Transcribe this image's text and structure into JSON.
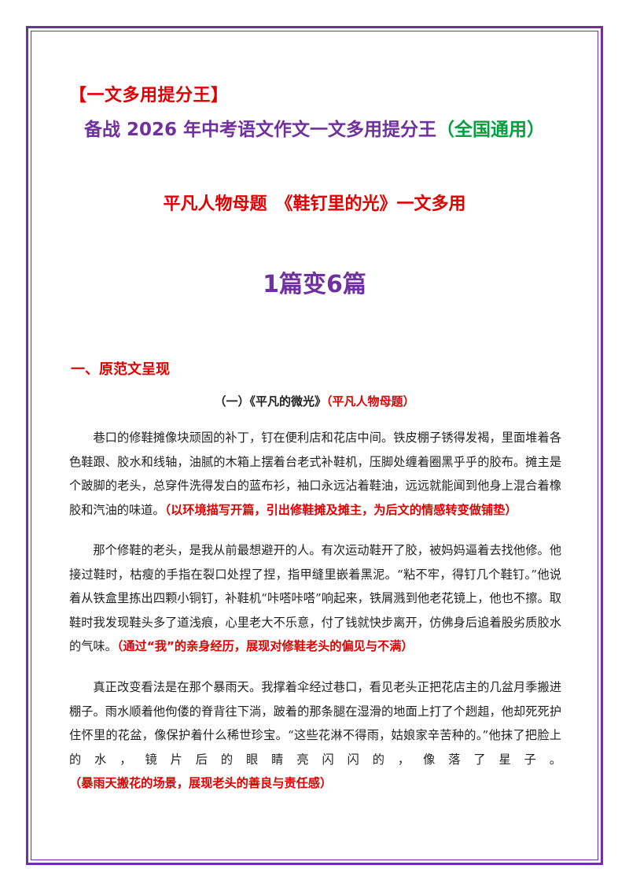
{
  "header": {
    "bracket_title": "【一文多用提分王】",
    "main_title_main": "备战 2026 年中考语文作文一文多用提分王",
    "main_title_suffix": "（全国通用）",
    "subtitle": "平凡人物母题　《鞋钉里的光》一文多用",
    "big_title": "1篇变6篇"
  },
  "section": {
    "heading": "一、原范文呈现",
    "essay_title": "（一）《平凡的微光》",
    "essay_tag": "（平凡人物母题）"
  },
  "paragraphs": [
    {
      "text": "巷口的修鞋摊像块顽固的补丁，钉在便利店和花店中间。铁皮棚子锈得发褐，里面堆着各色鞋跟、胶水和线轴，油腻的木箱上摆着台老式补鞋机，压脚处缠着圈黑乎乎的胶布。摊主是个跛脚的老头，总穿件洗得发白的蓝布衫，袖口永远沾着鞋油，远远就能闻到他身上混合着橡胶和汽油的味道。",
      "note": "（以环境描写开篇，引出修鞋摊及摊主，为后文的情感转变做铺垫）"
    },
    {
      "text": "那个修鞋的老头，是我从前最想避开的人。有次运动鞋开了胶，被妈妈逼着去找他修。他接过鞋时，枯瘦的手指在裂口处捏了捏，指甲缝里嵌着黑泥。“粘不牢，得钉几个鞋钉。”他说着从铁盒里拣出四颗小铜钉，补鞋机“咔嗒咔嗒”响起来，铁屑溅到他老花镜上，他也不擦。取鞋时我发现鞋头多了道浅痕，心里老大不乐意，付了钱就快步离开，仿佛身后追着股劣质胶水的气味。",
      "note": "（通过“我”的亲身经历，展现对修鞋老头的偏见与不满）"
    },
    {
      "text": "真正改变看法是在那个暴雨天。我撑着伞经过巷口，看见老头正把花店主的几盆月季搬进棚子。雨水顺着他佝偻的脊背往下淌，跛着的那条腿在湿滑的地面上打了个趔趄，他却死死护住怀里的花盆，像保护着什么稀世珍宝。“这些花淋不得雨，姑娘家辛苦种的。”他抹了把脸上的水，镜片后的眼睛亮闪闪的，像落了星子。",
      "note": "（暴雨天搬花的场景，展现老头的善良与责任感）"
    }
  ],
  "colors": {
    "frame": "#7030a0",
    "purple_title": "#7030a0",
    "red": "#e00000",
    "green": "#00a040"
  }
}
